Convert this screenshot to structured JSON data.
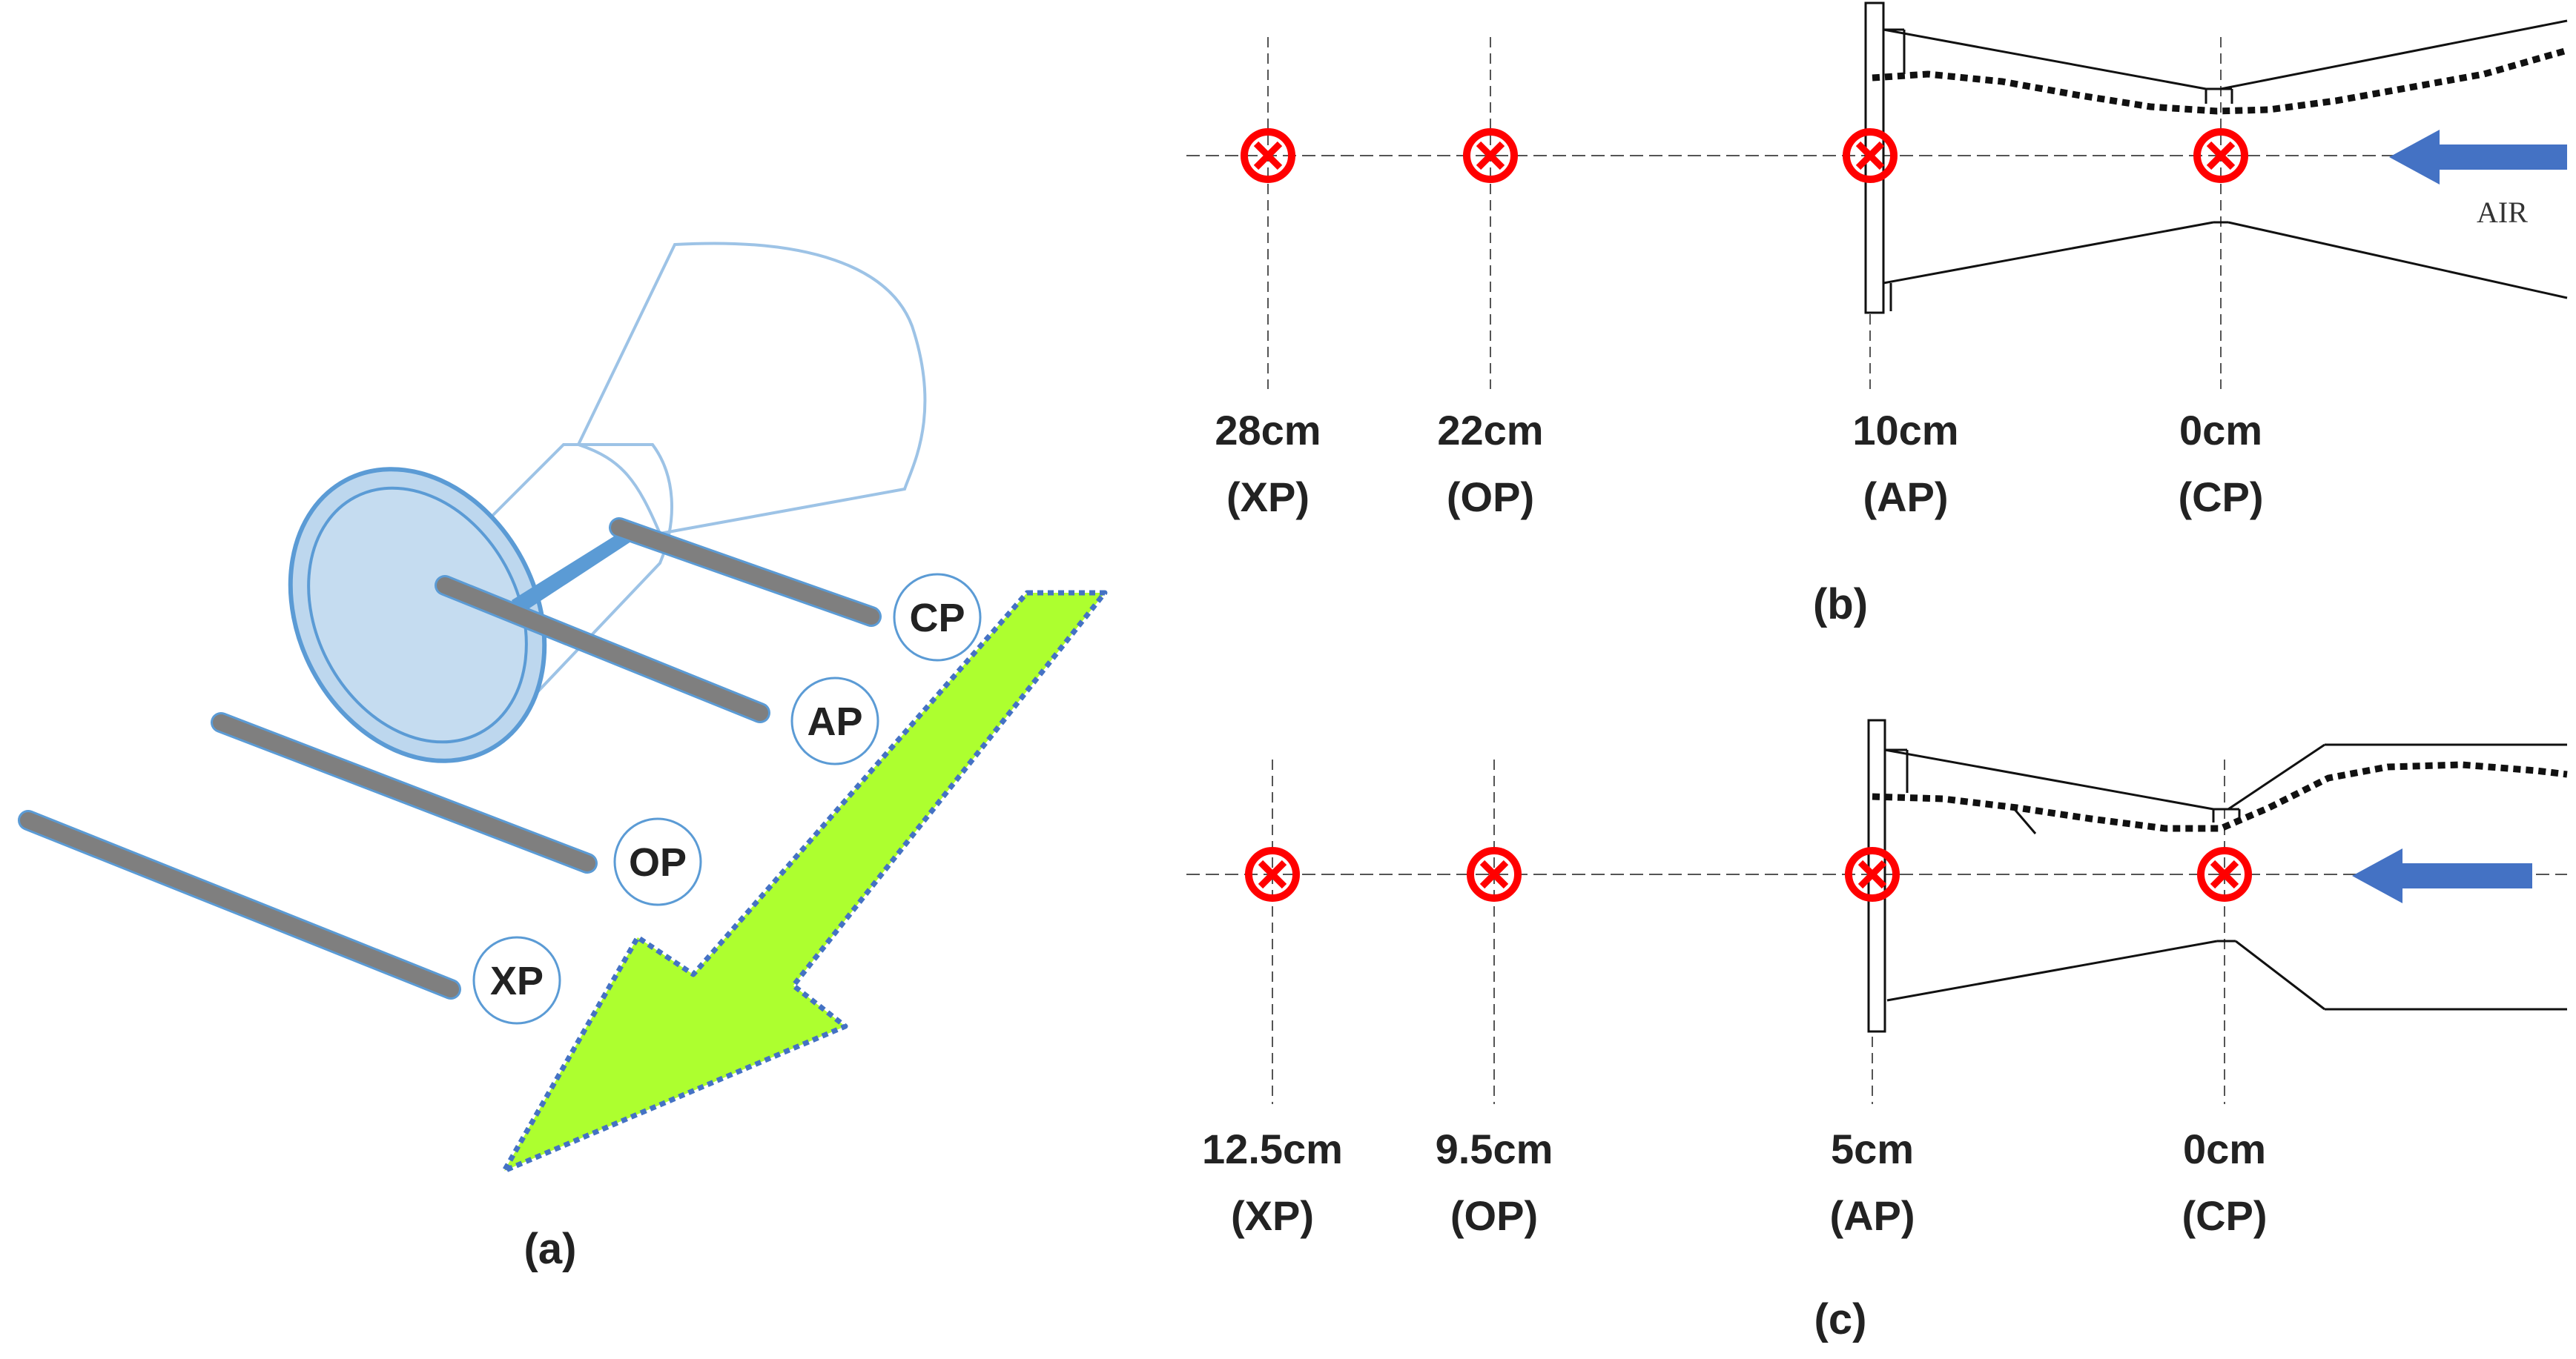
{
  "panel_a": {
    "caption": "(a)",
    "probes": [
      {
        "id": "cp",
        "label": "CP"
      },
      {
        "id": "ap",
        "label": "AP"
      },
      {
        "id": "op",
        "label": "OP"
      },
      {
        "id": "xp",
        "label": "XP"
      }
    ]
  },
  "panel_b": {
    "caption": "(b)",
    "air_label": "AIR",
    "positions": [
      {
        "id": "xp",
        "distance": "28cm",
        "name": "(XP)"
      },
      {
        "id": "op",
        "distance": "22cm",
        "name": "(OP)"
      },
      {
        "id": "ap",
        "distance": "10cm",
        "name": "(AP)"
      },
      {
        "id": "cp",
        "distance": "0cm",
        "name": "(CP)"
      }
    ]
  },
  "panel_c": {
    "caption": "(c)",
    "positions": [
      {
        "id": "xp",
        "distance": "12.5cm",
        "name": "(XP)"
      },
      {
        "id": "op",
        "distance": "9.5cm",
        "name": "(OP)"
      },
      {
        "id": "ap",
        "distance": "5cm",
        "name": "(AP)"
      },
      {
        "id": "cp",
        "distance": "0cm",
        "name": "(CP)"
      }
    ]
  },
  "colors": {
    "marker_red": "#ff0000",
    "air_arrow_blue": "#4472c4",
    "flow_arrow_green": "#adff2f",
    "probe_grey": "#808080",
    "nozzle_blue": "#bdd7ee",
    "outline_blue": "#5b9bd5"
  }
}
